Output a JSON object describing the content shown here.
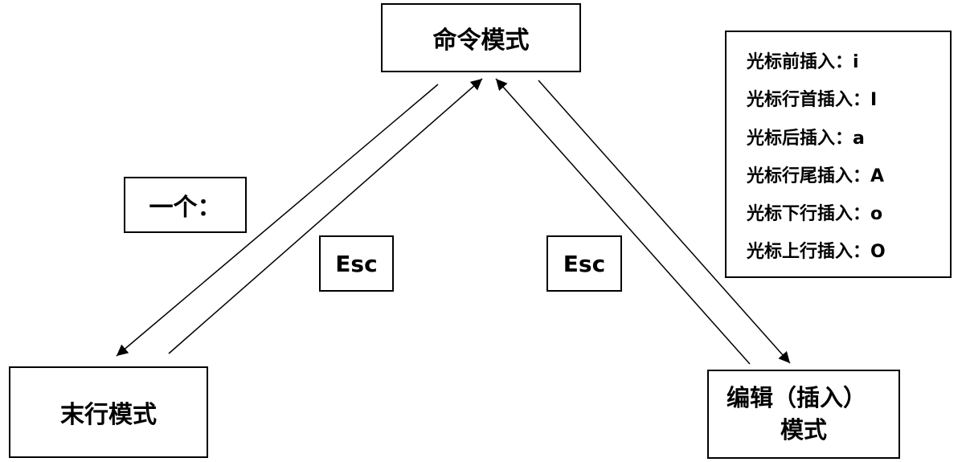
{
  "nodes": {
    "command_mode": "命令模式",
    "last_line_mode": "末行模式",
    "edit_mode_line1": "编辑（插入）",
    "edit_mode_line2": "模式"
  },
  "edge_labels": {
    "to_last_line": "一个：",
    "esc_from_last_line": "Esc",
    "esc_from_edit": "Esc"
  },
  "insert_commands": [
    "光标前插入：i",
    "光标行首插入：I",
    "光标后插入：a",
    "光标行尾插入：A",
    "光标下行插入：o",
    "光标上行插入：O"
  ]
}
